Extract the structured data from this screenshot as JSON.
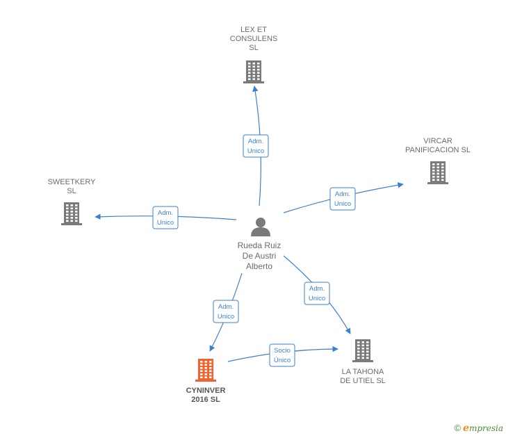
{
  "colors": {
    "edge": "#3a7fd4",
    "building": "#7a7a7a",
    "building_main": "#f0622e",
    "person": "#7a7a7a"
  },
  "person": {
    "name_lines": [
      "Rueda Ruiz",
      "De Austri",
      "Alberto"
    ],
    "icon": "person-icon"
  },
  "companies": [
    {
      "id": "lex",
      "name_lines": [
        "LEX ET",
        "CONSULENS",
        "SL"
      ],
      "icon": "building-icon",
      "main": false
    },
    {
      "id": "vircar",
      "name_lines": [
        "VIRCAR",
        "PANIFICACION SL"
      ],
      "icon": "building-icon",
      "main": false
    },
    {
      "id": "sweetkery",
      "name_lines": [
        "SWEETKERY",
        "SL"
      ],
      "icon": "building-icon",
      "main": false
    },
    {
      "id": "cyninver",
      "name_lines": [
        "CYNINVER",
        "2016  SL"
      ],
      "icon": "building-icon",
      "main": true
    },
    {
      "id": "tahona",
      "name_lines": [
        "LA TAHONA",
        "DE UTIEL  SL"
      ],
      "icon": "building-icon",
      "main": false
    }
  ],
  "edges": [
    {
      "from": "person",
      "to": "lex",
      "label_lines": [
        "Adm.",
        "Unico"
      ]
    },
    {
      "from": "person",
      "to": "vircar",
      "label_lines": [
        "Adm.",
        "Unico"
      ]
    },
    {
      "from": "person",
      "to": "sweetkery",
      "label_lines": [
        "Adm.",
        "Unico"
      ]
    },
    {
      "from": "person",
      "to": "cyninver",
      "label_lines": [
        "Adm.",
        "Unico"
      ]
    },
    {
      "from": "person",
      "to": "tahona",
      "label_lines": [
        "Adm.",
        "Unico"
      ]
    },
    {
      "from": "cyninver",
      "to": "tahona",
      "label_lines": [
        "Socio",
        "Único"
      ]
    }
  ],
  "footer": {
    "copyright": "©",
    "brand_initial": "e",
    "brand_rest": "mpresia"
  }
}
